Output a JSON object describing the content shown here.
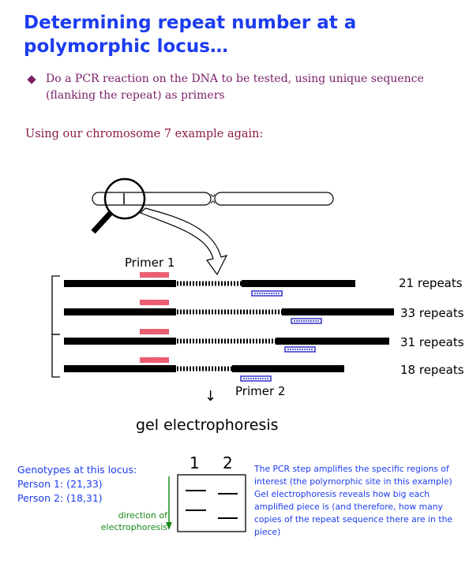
{
  "title": "Determining repeat number at a polymorphic locus…",
  "bullet": "Do a PCR reaction on the DNA to be tested, using unique sequence (flanking the repeat) as primers",
  "subtitle": "Using our chromosome 7 example again:",
  "primer1_label": "Primer 1",
  "primer2_label": "Primer 2",
  "rows": [
    {
      "label": "21 repeats"
    },
    {
      "label": "33 repeats"
    },
    {
      "label": "31 repeats"
    },
    {
      "label": "18 repeats"
    }
  ],
  "arrow_glyph": "↓",
  "gel_label": "gel electrophoresis",
  "lanes": [
    "1",
    "2"
  ],
  "genotypes": {
    "title": "Genotypes at this locus:",
    "person1": "Person 1: (21,33)",
    "person2": "Person 2: (18,31)"
  },
  "direction_label": "direction of electrophoresis",
  "note": "The PCR step amplifies the specific regions of interest (the polymorphic site in this example) Gel electrophoresis reveals how big each amplified piece is (and therefore, how many copies of the repeat sequence there are in the piece)",
  "colors": {
    "title": "#1c3cf0",
    "bullet": "#7a1e6a",
    "primer1": "#e0304a",
    "primer2": "#3030c8",
    "direction": "#1a8a1a"
  }
}
